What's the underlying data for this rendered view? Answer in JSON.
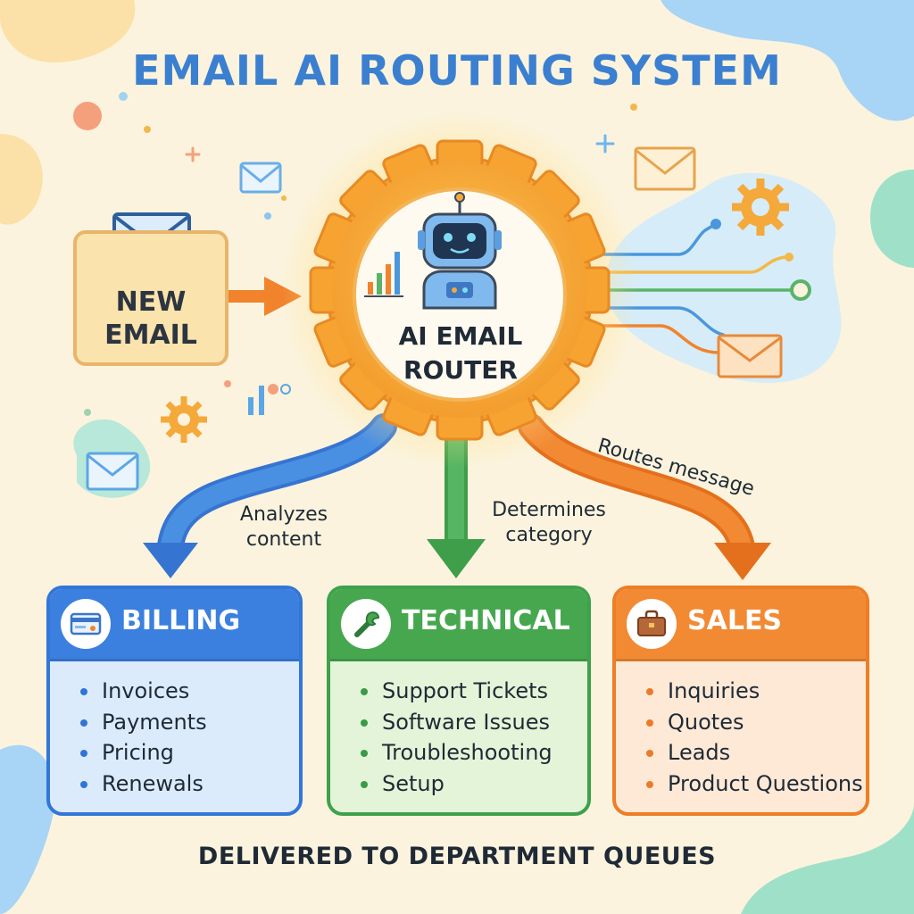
{
  "title": "EMAIL AI ROUTING SYSTEM",
  "input_node": {
    "line1": "NEW",
    "line2": "EMAIL"
  },
  "router_node": {
    "line1": "AI EMAIL",
    "line2": "ROUTER"
  },
  "flow_labels": {
    "analyzes": {
      "line1": "Analyzes",
      "line2": "content"
    },
    "determines": {
      "line1": "Determines",
      "line2": "category"
    },
    "routes": "Routes message"
  },
  "departments": [
    {
      "title": "BILLING",
      "icon": "credit-card-icon",
      "color": "#3b80df",
      "items": [
        "Invoices",
        "Payments",
        "Pricing",
        "Renewals"
      ]
    },
    {
      "title": "TECHNICAL",
      "icon": "wrench-icon",
      "color": "#46a74f",
      "items": [
        "Support Tickets",
        "Software Issues",
        "Troubleshooting",
        "Setup"
      ]
    },
    {
      "title": "SALES",
      "icon": "briefcase-icon",
      "color": "#f28a33",
      "items": [
        "Inquiries",
        "Quotes",
        "Leads",
        "Product Questions"
      ]
    }
  ],
  "footer": "DELIVERED TO DEPARTMENT QUEUES",
  "colors": {
    "title": "#3b7fd0",
    "background": "#fbf3dd",
    "gear": "#f6a332",
    "billing": "#3b80df",
    "technical": "#46a74f",
    "sales": "#f28a33"
  }
}
